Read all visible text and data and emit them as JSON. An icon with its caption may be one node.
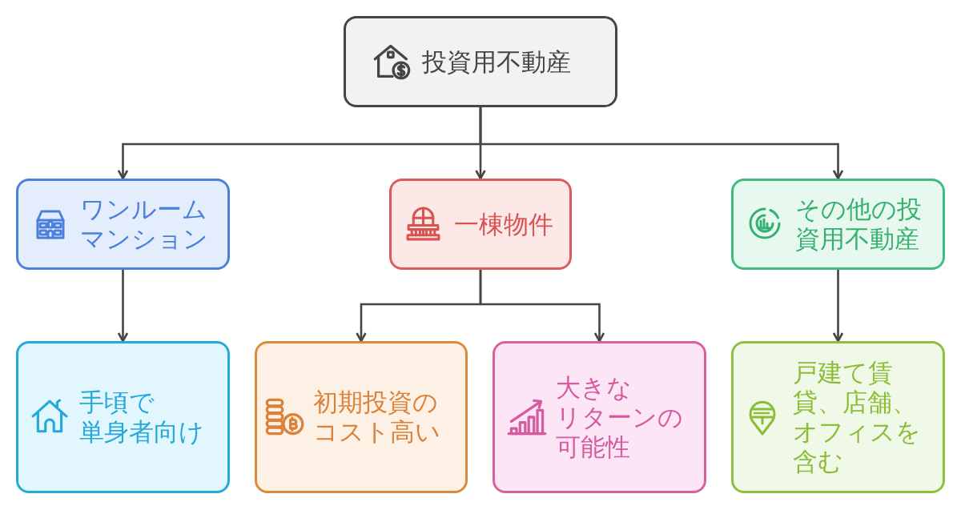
{
  "diagram": {
    "nodes": [
      {
        "text": [
          "投資用不動産"
        ]
      },
      {
        "text": [
          "ワンルームマンション"
        ]
      },
      {
        "text": [
          "一棟物件"
        ]
      },
      {
        "text": [
          "その他の投資用不動産"
        ]
      },
      {
        "text": [
          "手頃で単身者向け"
        ]
      },
      {
        "text": [
          "初期投資のコスト高い"
        ]
      },
      {
        "text": [
          "大きなリターンの可能性"
        ]
      },
      {
        "text": [
          "戸建て賃貸、店舗、オフィスを含む"
        ]
      }
    ],
    "edges": [
      {
        "from": 0,
        "to": 1,
        "arrow": "to"
      },
      {
        "from": 0,
        "to": 2,
        "arrow": "to"
      },
      {
        "from": 0,
        "to": 3,
        "arrow": "to"
      },
      {
        "from": 1,
        "to": 4,
        "arrow": "to"
      },
      {
        "from": 2,
        "to": 5,
        "arrow": "to"
      },
      {
        "from": 2,
        "to": 6,
        "arrow": "to"
      },
      {
        "from": 3,
        "to": 7,
        "arrow": "to"
      }
    ]
  }
}
